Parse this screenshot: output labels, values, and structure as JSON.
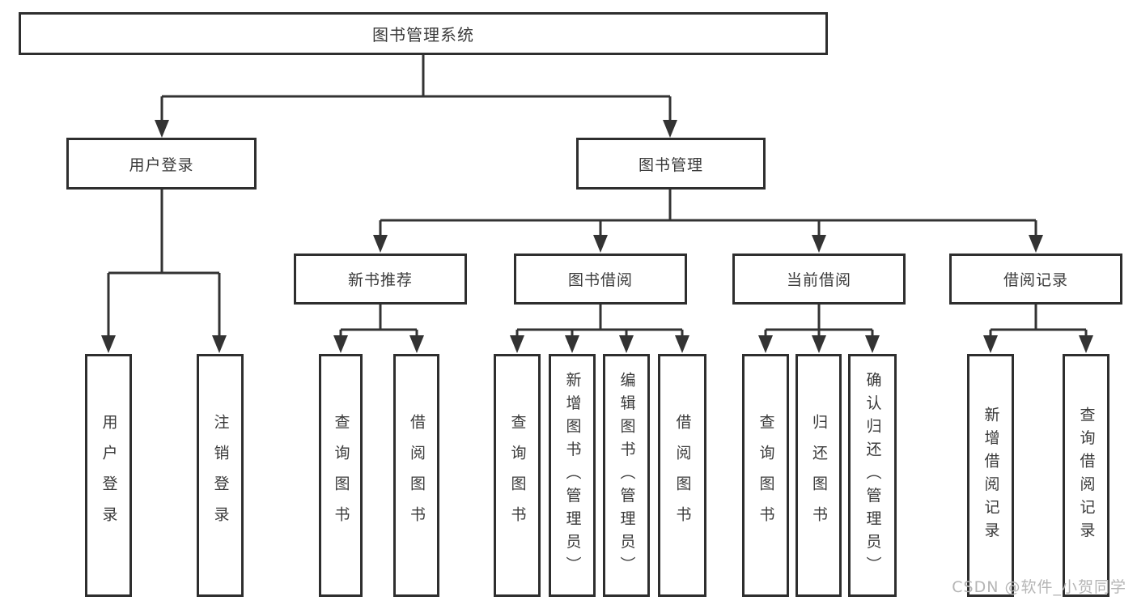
{
  "tree": {
    "label": "图书管理系统",
    "children": [
      {
        "label": "用户登录",
        "children": [
          {
            "label": "用户登录"
          },
          {
            "label": "注销登录"
          }
        ]
      },
      {
        "label": "图书管理",
        "children": [
          {
            "label": "新书推荐",
            "children": [
              {
                "label": "查询图书"
              },
              {
                "label": "借阅图书"
              }
            ]
          },
          {
            "label": "图书借阅",
            "children": [
              {
                "label": "查询图书"
              },
              {
                "label": "新增图书（管理员）"
              },
              {
                "label": "编辑图书（管理员）"
              },
              {
                "label": "借阅图书"
              }
            ]
          },
          {
            "label": "当前借阅",
            "children": [
              {
                "label": "查询图书"
              },
              {
                "label": "归还图书"
              },
              {
                "label": "确认归还（管理员）"
              }
            ]
          },
          {
            "label": "借阅记录",
            "children": [
              {
                "label": "新增借阅记录"
              },
              {
                "label": "查询借阅记录"
              }
            ]
          }
        ]
      }
    ]
  },
  "watermark": {
    "text": "CSDN @软件_小贺同学"
  },
  "colors": {
    "line": "#333333",
    "border": "#2e2e2e",
    "text": "#3a3a3a",
    "watermark": "#b5b5b5",
    "bg": "#ffffff"
  }
}
